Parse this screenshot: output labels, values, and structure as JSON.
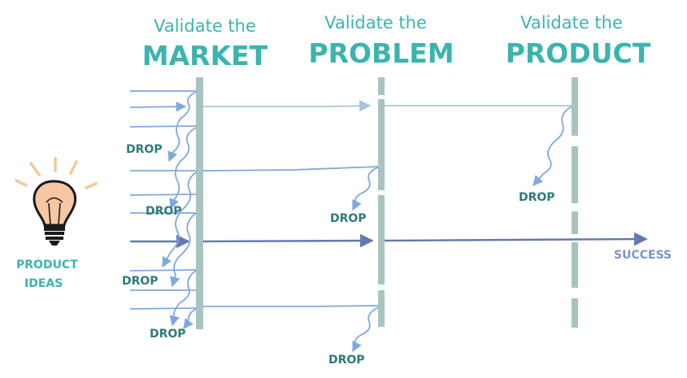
{
  "stages": [
    {
      "sub": "Validate the",
      "main": "MARKET"
    },
    {
      "sub": "Validate the",
      "main": "PROBLEM"
    },
    {
      "sub": "Validate the",
      "main": "PRODUCT"
    }
  ],
  "labels": {
    "drop": "DROP",
    "ideas_line1": "PRODUCT",
    "ideas_line2": "IDEAS",
    "success": "SUCCESS"
  },
  "colors": {
    "heading": "#3bb4ad",
    "gate": "#a9c4c0",
    "flow": "#7fa9dc",
    "success_flow": "#6378b3",
    "drop_text": "#2f7a7a"
  },
  "icons": {
    "idea": "lightbulb-icon"
  }
}
